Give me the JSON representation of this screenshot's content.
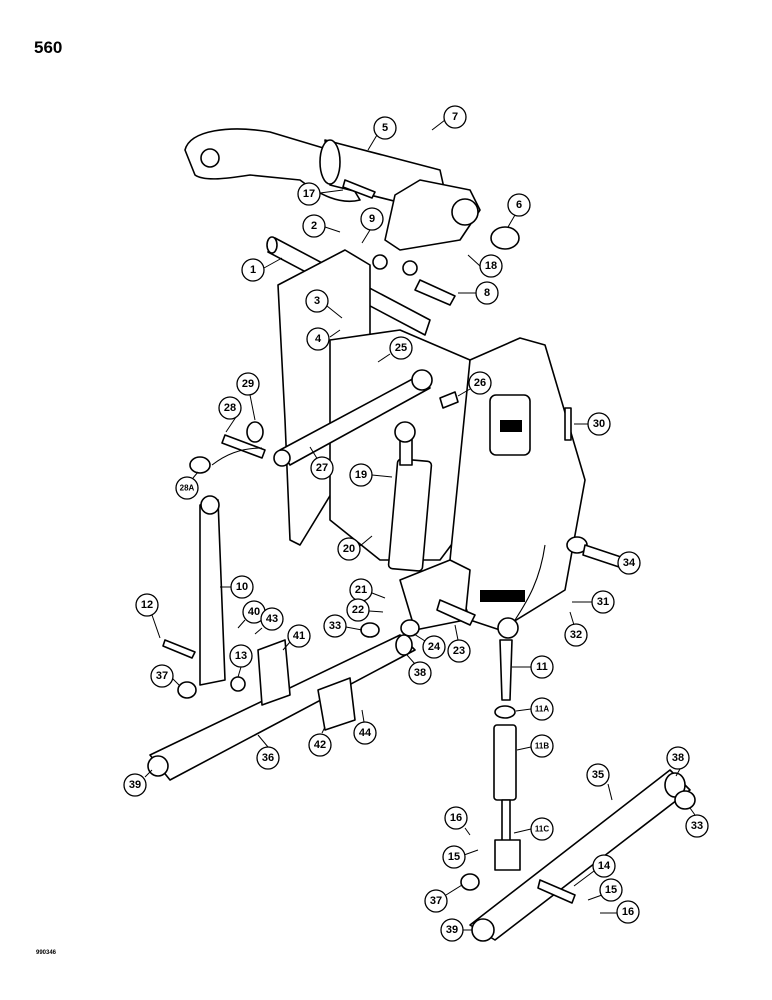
{
  "page": {
    "number": "560",
    "figure_code": "990346"
  },
  "callouts": [
    "5",
    "7",
    "17",
    "6",
    "2",
    "9",
    "1",
    "18",
    "8",
    "3",
    "4",
    "25",
    "29",
    "26",
    "28",
    "30",
    "28A",
    "27",
    "19",
    "20",
    "10",
    "34",
    "12",
    "40",
    "43",
    "41",
    "21",
    "22",
    "31",
    "33",
    "13",
    "24",
    "23",
    "32",
    "11",
    "37",
    "38",
    "11A",
    "11B",
    "36",
    "42",
    "44",
    "39",
    "35",
    "38",
    "16",
    "33",
    "11C",
    "15",
    "14",
    "37",
    "15",
    "16",
    "39"
  ]
}
